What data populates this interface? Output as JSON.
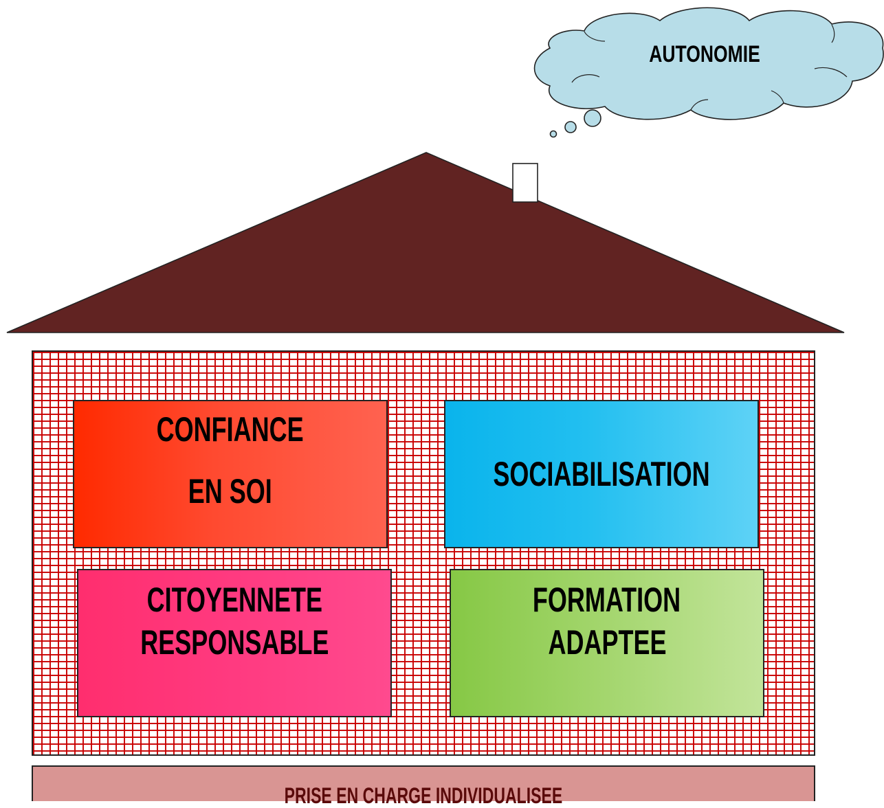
{
  "cloud": {
    "label": "AUTONOMIE",
    "fill": "#b7dde8"
  },
  "roof": {
    "fill": "#612322"
  },
  "wall": {
    "brick_color": "#c80000"
  },
  "pillars": {
    "confiance": {
      "line1": "CONFIANCE",
      "line2": "EN SOI"
    },
    "sociabilisation": {
      "line1": "SOCIABILISATION"
    },
    "citoyennete": {
      "line1": "CITOYENNETE",
      "line2": "RESPONSABLE"
    },
    "formation": {
      "line1": "FORMATION",
      "line2": "ADAPTEE"
    }
  },
  "foundation": {
    "label": "PRISE EN CHARGE INDIVIDUALISEE",
    "fill": "#d99593"
  }
}
